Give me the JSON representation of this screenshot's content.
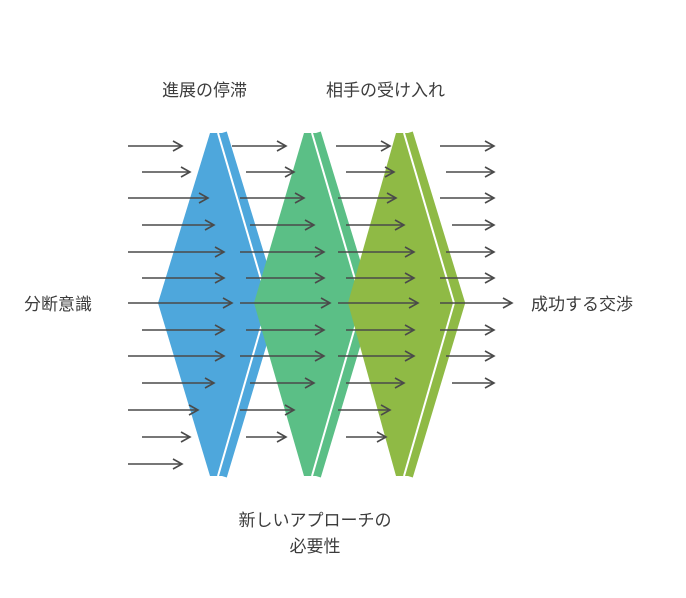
{
  "labels": {
    "top_left": "進展の停滞",
    "top_right": "相手の受け入れ",
    "left": "分断意識",
    "right": "成功する交渉",
    "bottom_line1": "新しいアプローチの",
    "bottom_line2": "必要性"
  },
  "colors": {
    "stage_1": "#4ea7dc",
    "stage_2": "#5bbf86",
    "stage_3": "#8fba45",
    "arrow": "#4a4a4a",
    "text": "#3c3c3c"
  }
}
